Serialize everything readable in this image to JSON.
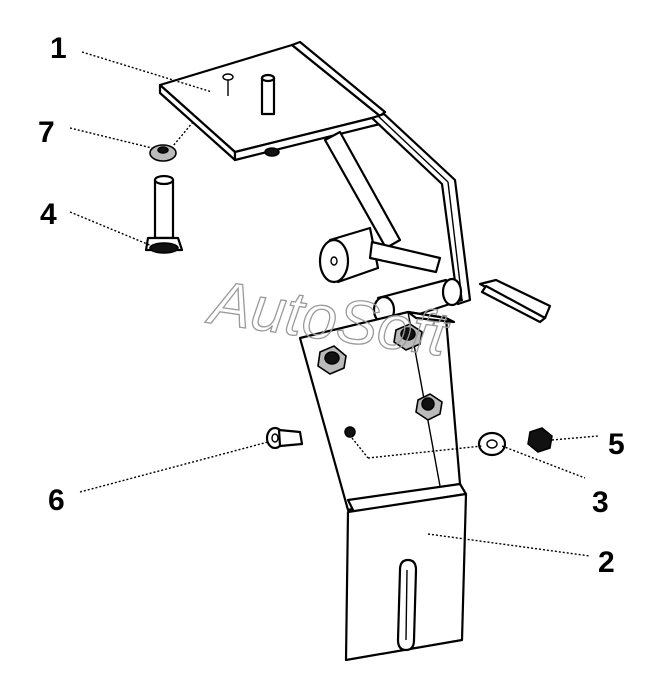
{
  "watermark": "AutoSoft",
  "callouts": [
    {
      "id": "1",
      "label": "1"
    },
    {
      "id": "2",
      "label": "2"
    },
    {
      "id": "3",
      "label": "3"
    },
    {
      "id": "4",
      "label": "4"
    },
    {
      "id": "5",
      "label": "5"
    },
    {
      "id": "6",
      "label": "6"
    },
    {
      "id": "7",
      "label": "7"
    }
  ]
}
